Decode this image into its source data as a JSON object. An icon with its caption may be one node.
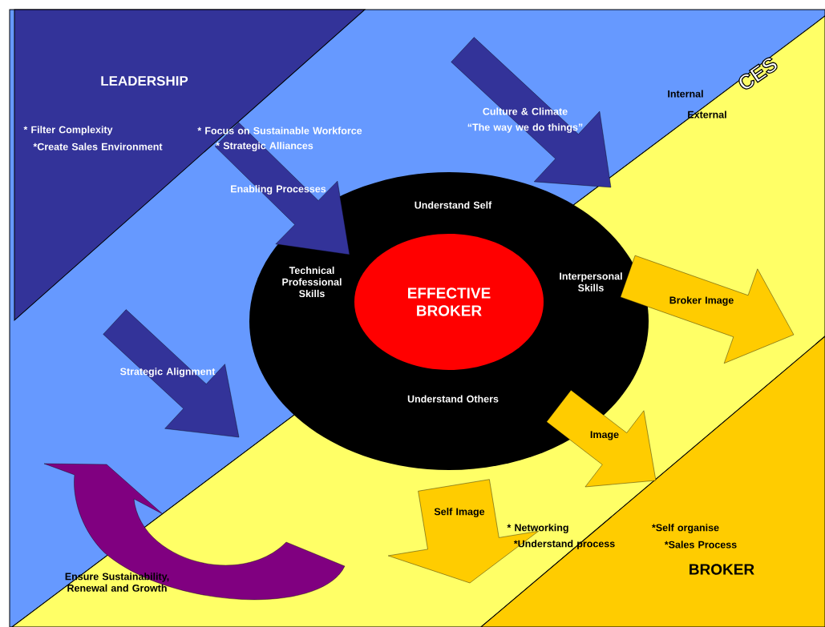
{
  "diagram": {
    "nodes": [
      {
        "text": [
          "LEADERSHIP",
          "* Filter Complexity",
          "* Focus on Sustainable Workforce",
          "*Create Sales Environment",
          "* Strategic Alliances"
        ]
      },
      {
        "text": [
          "Understand Self",
          "Technical Professional Skills",
          "Interpersonal Skills",
          "Understand Others"
        ]
      },
      {
        "text": [
          "EFFECTIVE BROKER"
        ],
        "in": 1
      },
      {
        "text": [
          "*Self organise",
          "*Sales Process",
          "BROKER"
        ]
      }
    ],
    "labels": [
      "Culture & Climate",
      "“The way we do things”",
      "Internal",
      "CES",
      "External",
      "Enabling Processes",
      "Strategic Alignment",
      "Broker Image",
      "Image",
      "Self Image",
      "* Networking",
      "*Understand process",
      "Ensure Sustainability, Renewal and Growth"
    ]
  }
}
